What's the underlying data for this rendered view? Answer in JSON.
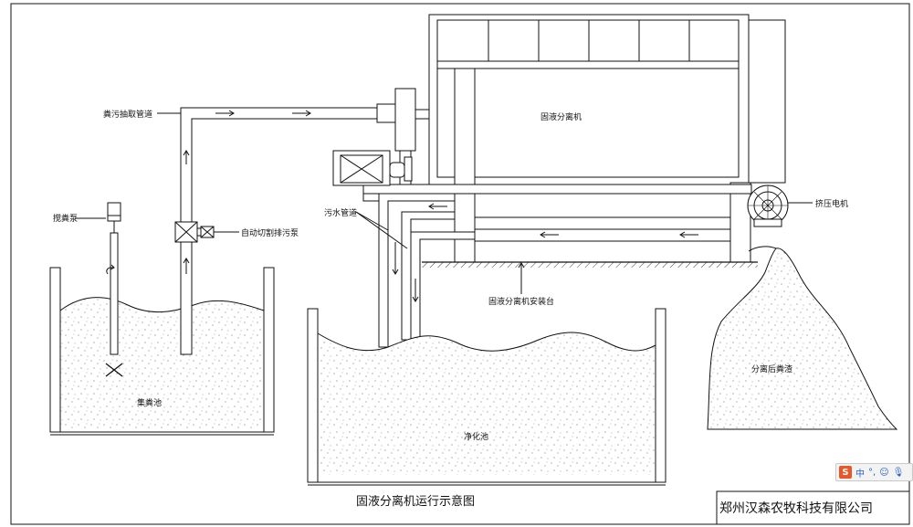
{
  "labels": {
    "separator": "固液分离机",
    "suction_pipe": "粪污抽取管道",
    "mixer_pump": "搅粪泵",
    "auto_cut_pump": "自动切割排污泵",
    "sewage_pipe": "污水管道",
    "squeeze_motor": "挤压电机",
    "install_platform": "固液分离机安装台",
    "collection_pool": "集粪池",
    "purification_pool": "净化池",
    "residue": "分离后粪渣"
  },
  "diagram_title": "固液分离机运行示意图",
  "company_name": "郑州汉森农牧科技有限公司",
  "ime_bar": {
    "logo": "S",
    "lang": "中",
    "punct": "°,",
    "face": "☺",
    "mic": "🎙"
  },
  "colors": {
    "line": "#111111",
    "background": "#ffffff",
    "ime_logo": "#e8562a"
  }
}
